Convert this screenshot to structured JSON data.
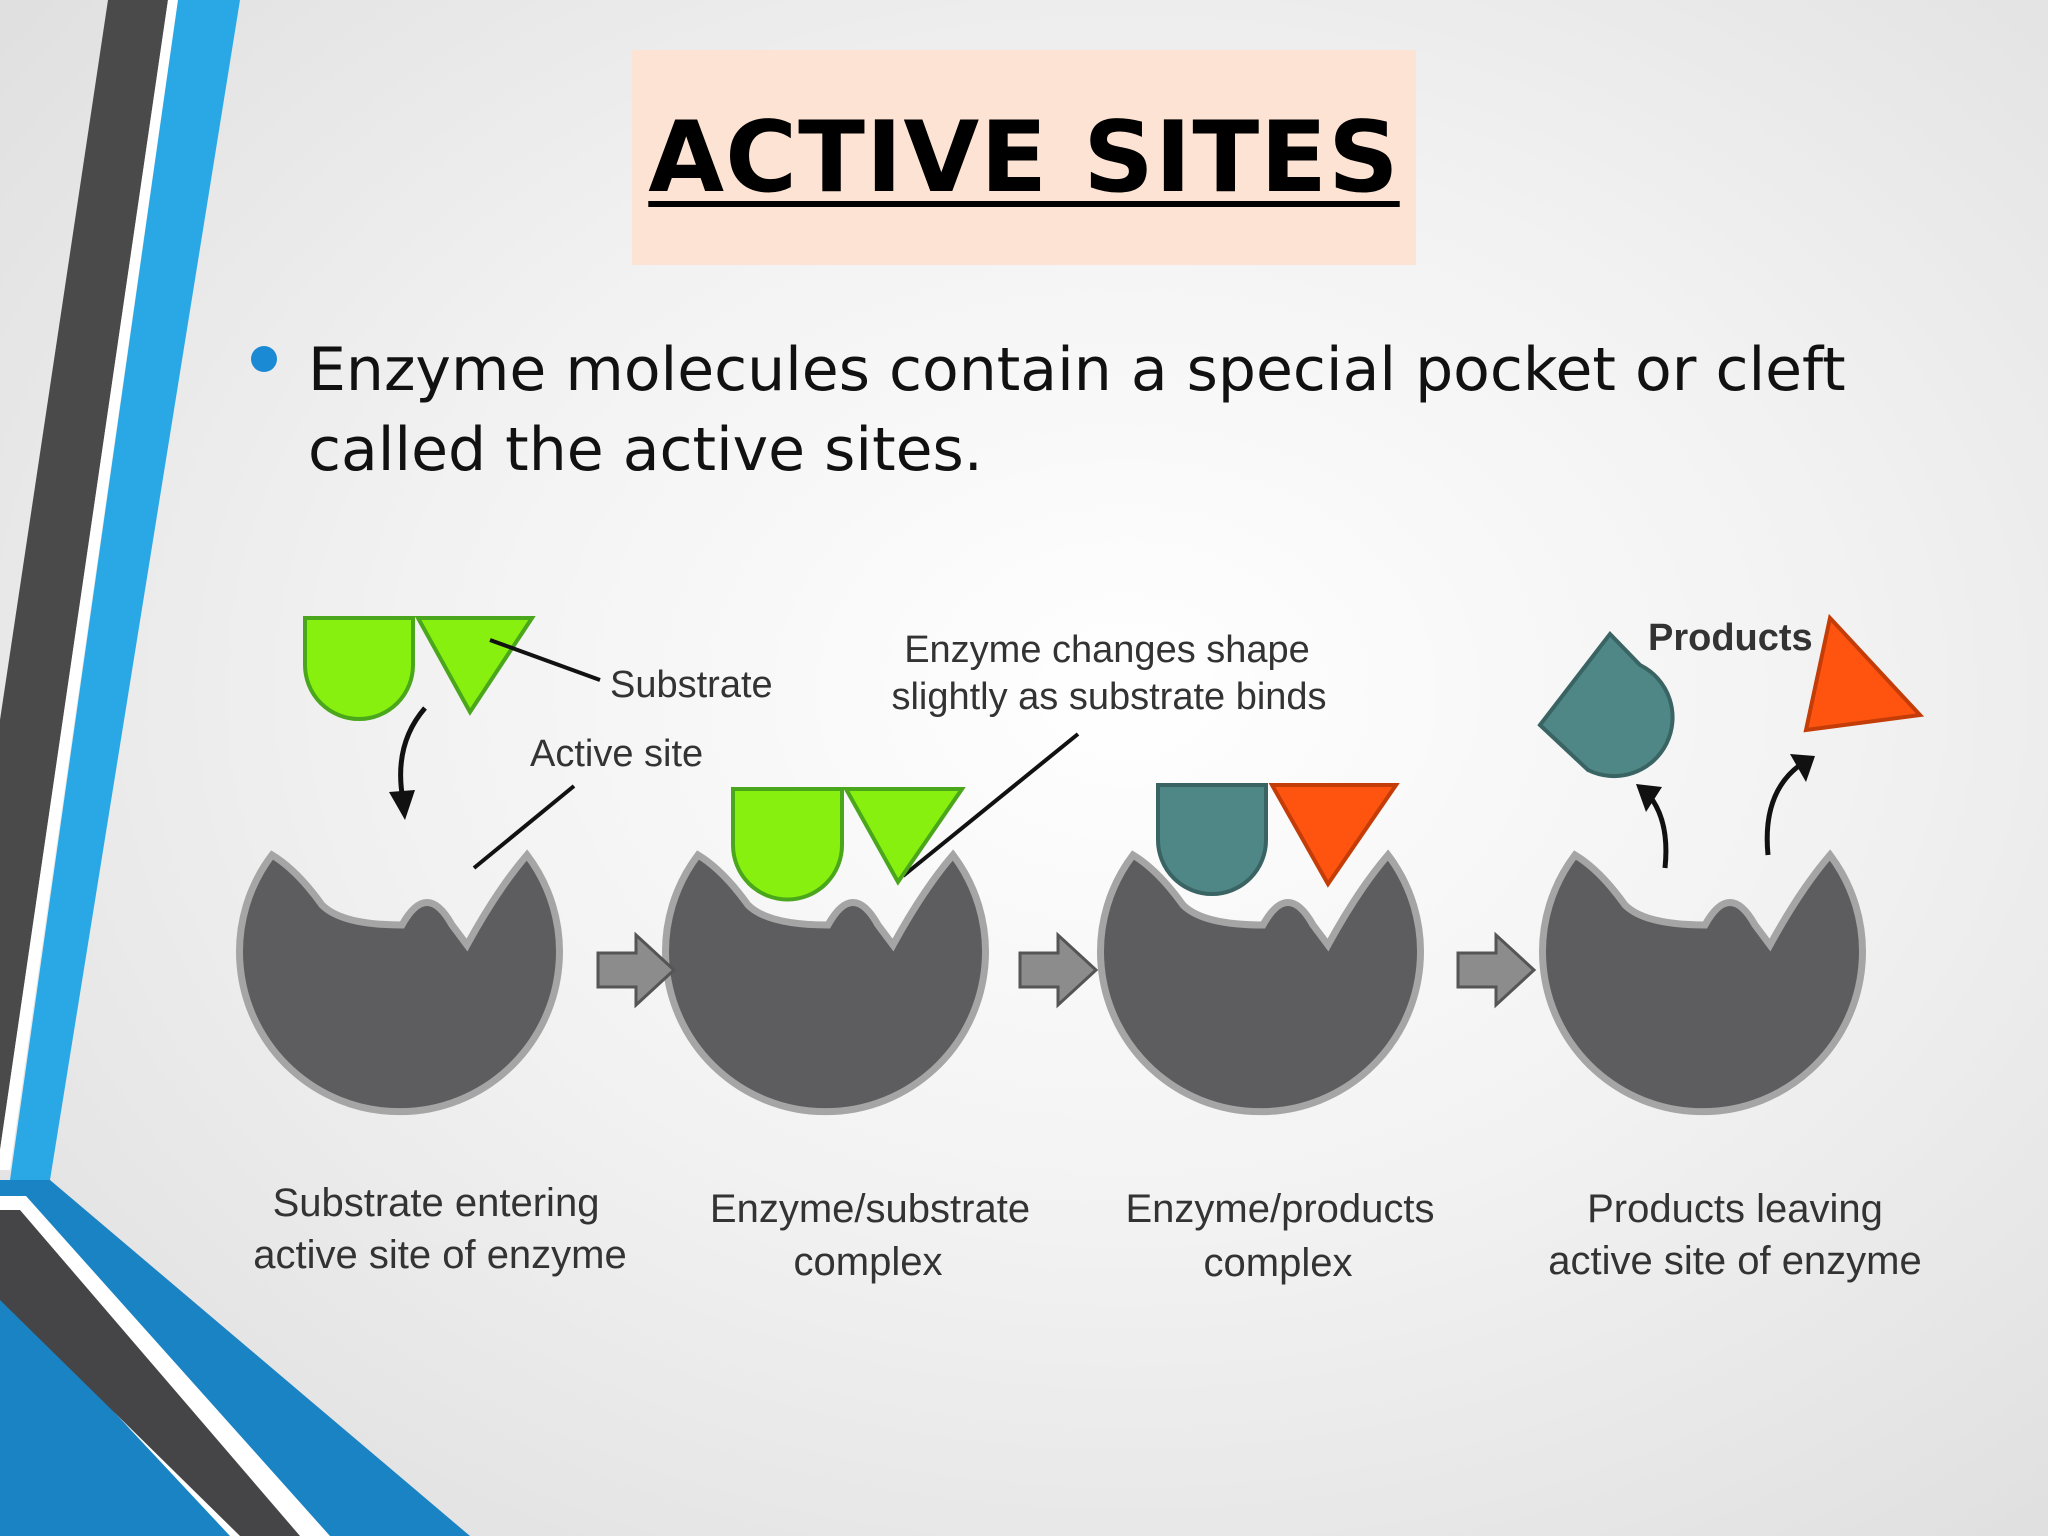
{
  "slide": {
    "title": "ACTIVE SITES",
    "bullet": "Enzyme molecules contain a special pocket or cleft called the active sites."
  },
  "diagram": {
    "labels": {
      "substrate": "Substrate",
      "active_site": "Active site",
      "shape_change_line1": "Enzyme changes shape",
      "shape_change_line2": "slightly as substrate binds",
      "products": "Products"
    },
    "stages": [
      {
        "line1": "Substrate entering",
        "line2": "active site of enzyme"
      },
      {
        "line1": "Enzyme/substrate",
        "line2": "complex"
      },
      {
        "line1": "Enzyme/products",
        "line2": "complex"
      },
      {
        "line1": "Products leaving",
        "line2": "active site of enzyme"
      }
    ],
    "colors": {
      "enzyme": "#5d5d60",
      "enzyme_outline": "#a5a5a5",
      "substrate": "#88f00e",
      "substrate_outline": "#4aa71b",
      "product_round": "#4f8786",
      "product_triangle": "#ff5410",
      "arrow": "#8c8c8c",
      "accent_blue": "#2aa8e6",
      "accent_dark": "#4a4a4a"
    }
  }
}
